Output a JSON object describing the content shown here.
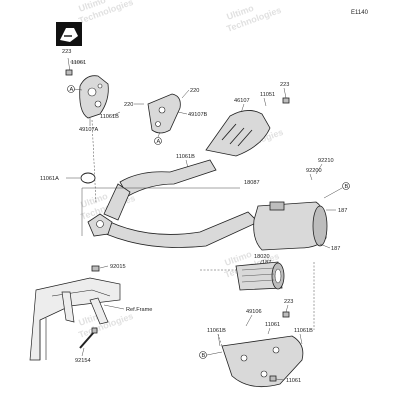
{
  "figure_code": "E1140",
  "watermark": [
    "Ultimo",
    "Technologies"
  ],
  "frame_ref": "Ref.Frame",
  "callouts": {
    "a": "A",
    "b": "B"
  },
  "parts": {
    "p223_top": "223",
    "p11061_top": "11061",
    "p49107A": "49107A",
    "p11061B_left": "11061B",
    "p220_a": "220",
    "p220_b": "220",
    "p49107B": "49107B",
    "p46107": "46107",
    "p11051": "11051",
    "p223_right": "223",
    "p11061B_mid": "11061B",
    "p11061A": "11061A",
    "p92210": "92210",
    "p92200": "92200",
    "p18087": "18087",
    "p187_a": "187",
    "p187_b": "187",
    "p187_c": "187",
    "p18020": "18020",
    "p92015": "92015",
    "p92154": "92154",
    "p49106": "49106",
    "p223_bottom": "223",
    "p11061_bottom_a": "11061",
    "p11061B_bottom_l": "11061B",
    "p11061B_bottom_r": "11061B",
    "p11061_bottom_b": "11061"
  }
}
